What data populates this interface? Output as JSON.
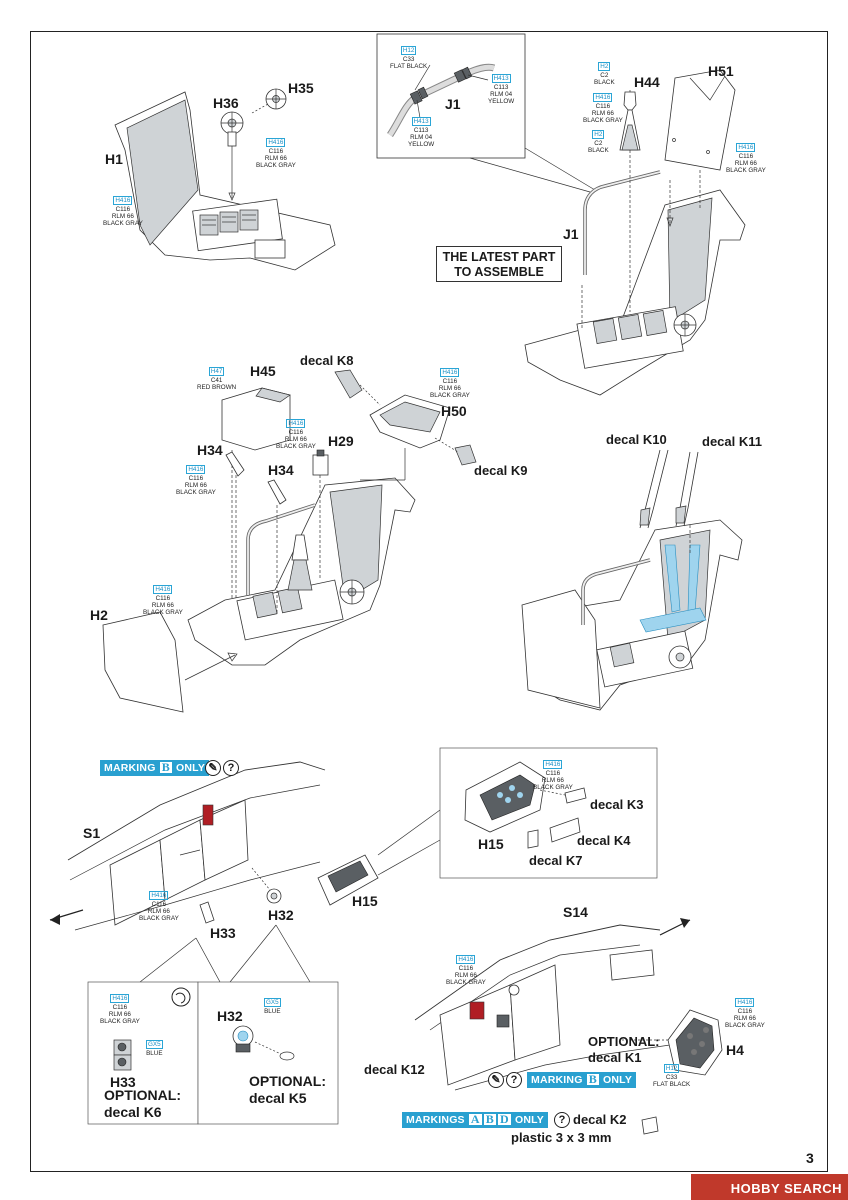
{
  "page_number": "3",
  "watermark": "HOBBY SEARCH",
  "latest_note": [
    "THE LATEST PART",
    "TO ASSEMBLE"
  ],
  "parts": {
    "H1": "H1",
    "H2": "H2",
    "H4": "H4",
    "H15a": "H15",
    "H15b": "H15",
    "H29": "H29",
    "H32a": "H32",
    "H32b": "H32",
    "H33a": "H33",
    "H33b": "H33",
    "H34a": "H34",
    "H34b": "H34",
    "H35": "H35",
    "H36": "H36",
    "H44": "H44",
    "H45": "H45",
    "H50": "H50",
    "H51": "H51",
    "J1a": "J1",
    "J1b": "J1",
    "S1": "S1",
    "S14": "S14"
  },
  "decals": {
    "K8": "decal K8",
    "K9": "decal K9",
    "K10": "decal K10",
    "K11": "decal K11",
    "K3": "decal K3",
    "K4": "decal K4",
    "K7": "decal K7",
    "K12": "decal K12",
    "K2": "decal K2",
    "plastic": "plastic 3 x 3 mm",
    "opt_K1": [
      "OPTIONAL:",
      "decal K1"
    ],
    "opt_K6": [
      "OPTIONAL:",
      "decal K6"
    ],
    "opt_K5": [
      "OPTIONAL:",
      "decal K5"
    ]
  },
  "badges": {
    "marking_b_1": {
      "pre": "MARKING",
      "letter": "B",
      "post": "ONLY"
    },
    "marking_b_2": {
      "pre": "MARKING",
      "letter": "B",
      "post": "ONLY"
    },
    "markings_abd": {
      "pre": "MARKINGS",
      "letters": [
        "A",
        "B",
        "D"
      ],
      "post": "ONLY"
    }
  },
  "callouts": {
    "blackgray": {
      "code": "H416",
      "l1": "C116",
      "l2": "RLM 66",
      "l3": "BLACK GRAY"
    },
    "flatblack": {
      "code": "H12",
      "l1": "C33",
      "l2": "FLAT BLACK"
    },
    "yellow": {
      "code": "H413",
      "l1": "C113",
      "l2": "RLM 04",
      "l3": "YELLOW"
    },
    "black": {
      "code": "H2",
      "l1": "C2",
      "l2": "BLACK"
    },
    "redbrown": {
      "code": "H47",
      "l1": "C41",
      "l2": "RED BROWN"
    },
    "blue": {
      "code": "GX5",
      "l1": "BLUE"
    },
    "flatblack_h4": {
      "code": "H12",
      "l1": "C33",
      "l2": "FLAT BLACK"
    }
  },
  "colors": {
    "accent_blue": "#29a0d0",
    "callout_blue": "#1b8fc5",
    "wm_red": "#c0392b"
  },
  "icons": [
    "paint-icon",
    "question-icon",
    "rotate-icon",
    "arrow-icon"
  ]
}
